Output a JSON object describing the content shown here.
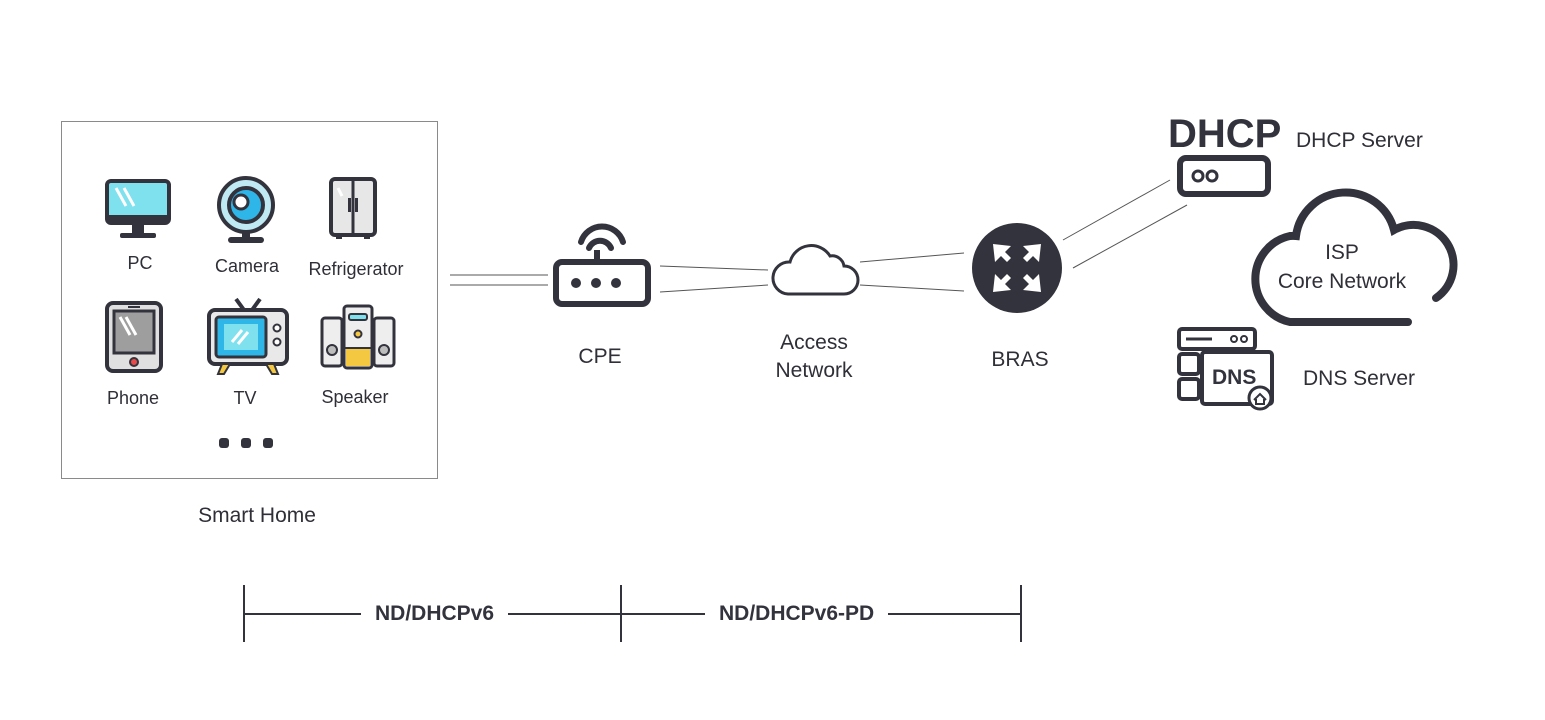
{
  "smart_home": {
    "title": "Smart Home",
    "devices": [
      {
        "label": "PC",
        "icon": "pc-icon"
      },
      {
        "label": "Camera",
        "icon": "camera-icon"
      },
      {
        "label": "Refrigerator",
        "icon": "refrigerator-icon"
      },
      {
        "label": "Phone",
        "icon": "phone-icon"
      },
      {
        "label": "TV",
        "icon": "tv-icon"
      },
      {
        "label": "Speaker",
        "icon": "speaker-icon"
      }
    ]
  },
  "nodes": {
    "cpe": "CPE",
    "access_network_line1": "Access",
    "access_network_line2": "Network",
    "bras": "BRAS",
    "dhcp_icon_text": "DHCP",
    "dhcp_server": "DHCP Server",
    "isp_line1": "ISP",
    "isp_line2": "Core Network",
    "dns_icon_text": "DNS",
    "dns_server": "DNS Server"
  },
  "protocols": {
    "left": "ND/DHCPv6",
    "right": "ND/DHCPv6-PD"
  },
  "colors": {
    "dark": "#33333d",
    "cyan": "#7fe0ee",
    "blue": "#2fb6e8",
    "yellow": "#f5c842",
    "grey": "#bdbdbd"
  }
}
